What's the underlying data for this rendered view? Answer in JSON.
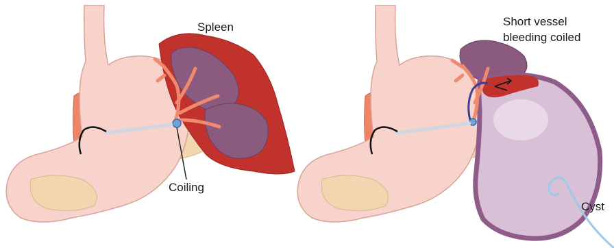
{
  "labels": {
    "spleen": "Spleen",
    "coiling": "Coiling",
    "short_vessel_line1": "Short vessel",
    "short_vessel_line2": "bleeding coiled",
    "cyst": "Cyst"
  },
  "colors": {
    "stomach_fill": "#f8d3cb",
    "stomach_stroke": "#d9a39a",
    "spleen_bleed": "#c0322b",
    "spleen_tissue": "#8b5a7f",
    "vessel": "#f08a6f",
    "pancreas": "#f2d6b0",
    "kidney": "#ee8566",
    "cyst_fill": "#d9c0d6",
    "cyst_rim": "#8e5c88",
    "catheter": "#9ec9e8",
    "guidewire": "#111111"
  }
}
